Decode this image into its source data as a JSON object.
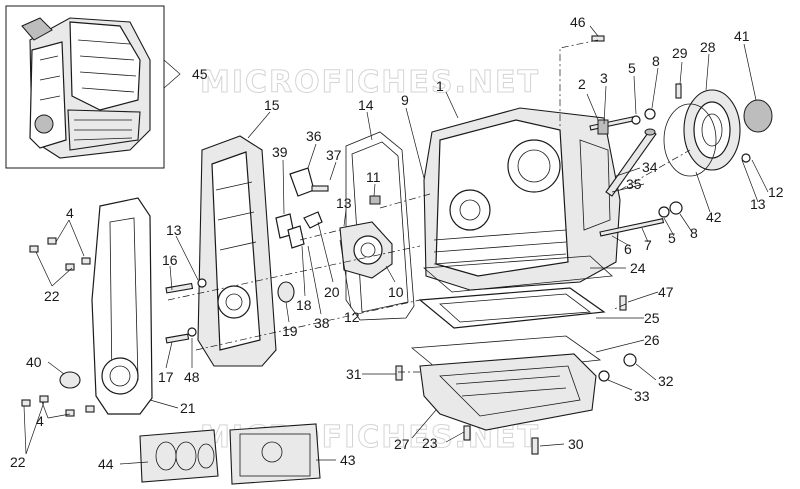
{
  "watermarks": [
    "MICROFICHES.NET",
    "MICROFICHES.NET"
  ],
  "callouts": [
    {
      "id": "45",
      "text": "45"
    },
    {
      "id": "46",
      "text": "46"
    },
    {
      "id": "1",
      "text": "1"
    },
    {
      "id": "2",
      "text": "2"
    },
    {
      "id": "3",
      "text": "3"
    },
    {
      "id": "5a",
      "text": "5"
    },
    {
      "id": "8a",
      "text": "8"
    },
    {
      "id": "29",
      "text": "29"
    },
    {
      "id": "28",
      "text": "28"
    },
    {
      "id": "41",
      "text": "41"
    },
    {
      "id": "15",
      "text": "15"
    },
    {
      "id": "14",
      "text": "14"
    },
    {
      "id": "9",
      "text": "9"
    },
    {
      "id": "36",
      "text": "36"
    },
    {
      "id": "39",
      "text": "39"
    },
    {
      "id": "37",
      "text": "37"
    },
    {
      "id": "11",
      "text": "11"
    },
    {
      "id": "34",
      "text": "34"
    },
    {
      "id": "35",
      "text": "35"
    },
    {
      "id": "12a",
      "text": "12"
    },
    {
      "id": "13a",
      "text": "13"
    },
    {
      "id": "42",
      "text": "42"
    },
    {
      "id": "4a",
      "text": "4"
    },
    {
      "id": "13b",
      "text": "13"
    },
    {
      "id": "13c",
      "text": "13"
    },
    {
      "id": "16",
      "text": "16"
    },
    {
      "id": "6",
      "text": "6"
    },
    {
      "id": "7",
      "text": "7"
    },
    {
      "id": "5b",
      "text": "5"
    },
    {
      "id": "8b",
      "text": "8"
    },
    {
      "id": "24",
      "text": "24"
    },
    {
      "id": "22a",
      "text": "22"
    },
    {
      "id": "18",
      "text": "18"
    },
    {
      "id": "20",
      "text": "20"
    },
    {
      "id": "10",
      "text": "10"
    },
    {
      "id": "47",
      "text": "47"
    },
    {
      "id": "19",
      "text": "19"
    },
    {
      "id": "38",
      "text": "38"
    },
    {
      "id": "12b",
      "text": "12"
    },
    {
      "id": "25",
      "text": "25"
    },
    {
      "id": "26",
      "text": "26"
    },
    {
      "id": "40",
      "text": "40"
    },
    {
      "id": "17",
      "text": "17"
    },
    {
      "id": "48",
      "text": "48"
    },
    {
      "id": "31",
      "text": "31"
    },
    {
      "id": "32",
      "text": "32"
    },
    {
      "id": "21",
      "text": "21"
    },
    {
      "id": "33",
      "text": "33"
    },
    {
      "id": "4b",
      "text": "4"
    },
    {
      "id": "27",
      "text": "27"
    },
    {
      "id": "23",
      "text": "23"
    },
    {
      "id": "30",
      "text": "30"
    },
    {
      "id": "22b",
      "text": "22"
    },
    {
      "id": "44",
      "text": "44"
    },
    {
      "id": "43",
      "text": "43"
    }
  ]
}
